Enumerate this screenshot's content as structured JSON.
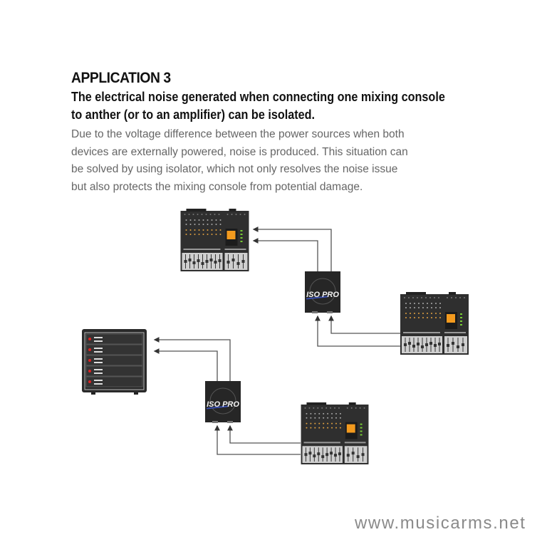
{
  "heading": "APPLICATION 3",
  "subheading_lines": [
    "The electrical noise generated when connecting one mixing console",
    "to anther (or to an amplifier) can be isolated."
  ],
  "body_lines": [
    "Due to the voltage difference between the power sources when both",
    "devices are externally powered, noise is produced. This situation can",
    "be solved by using isolator, which not only resolves the noise issue",
    "but also protects the mixing console from potential damage."
  ],
  "isolator_label": "ISO PRO",
  "watermark": "www.musicarms.net",
  "colors": {
    "screen": "#f39a1e",
    "line": "#555555",
    "device": "#2f2f2f",
    "accent": "#3a4fb0"
  }
}
